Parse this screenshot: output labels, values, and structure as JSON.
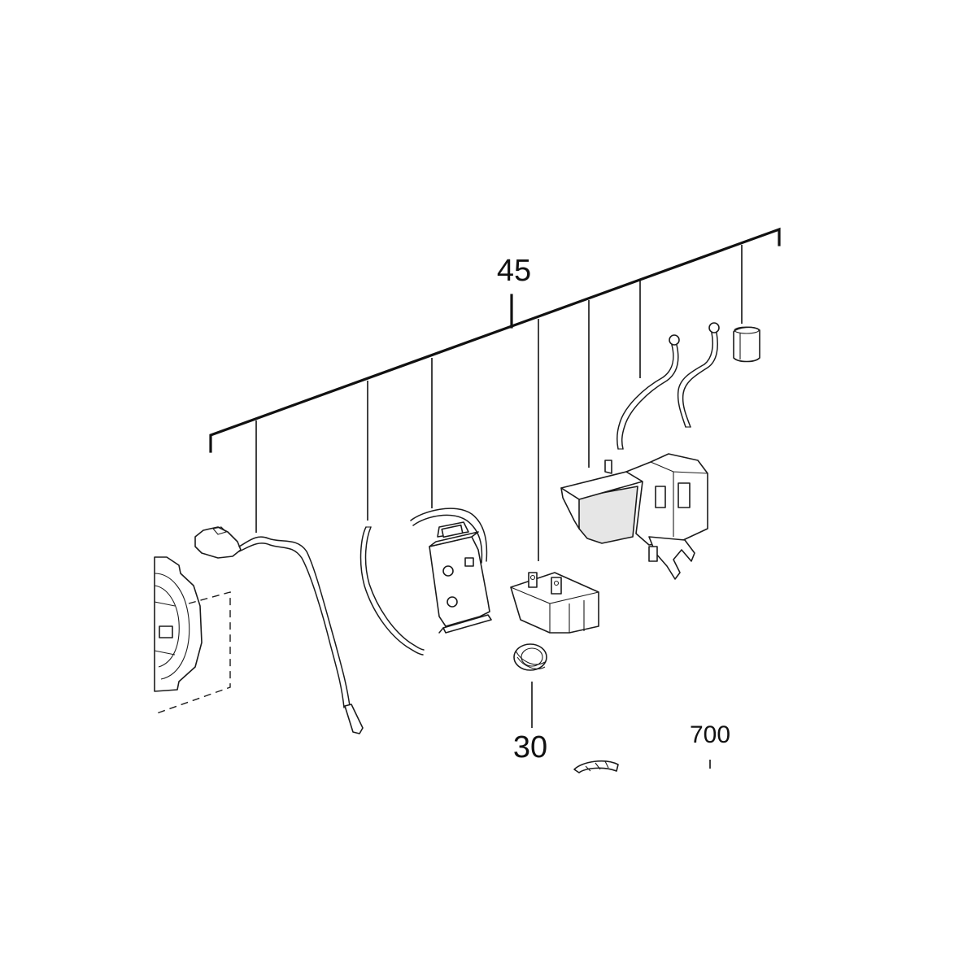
{
  "diagram": {
    "callouts": [
      {
        "id": "assembly",
        "text": "45"
      },
      {
        "id": "spring",
        "text": "30"
      },
      {
        "id": "other",
        "text": "700"
      }
    ],
    "parts": [
      "motor-housing-fragment",
      "contact-cable",
      "wire-single",
      "electronic-module",
      "terminal-block",
      "switch",
      "wire-left",
      "wire-right",
      "sleeve",
      "spring-ring",
      "part-700-fragment"
    ]
  }
}
